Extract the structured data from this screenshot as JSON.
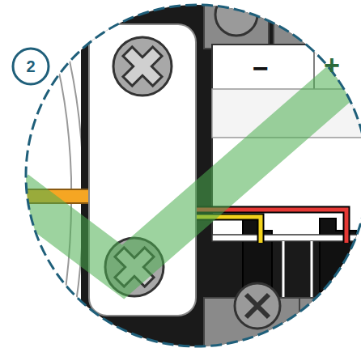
{
  "diagram": {
    "labels": [
      "2",
      "−",
      "+"
    ]
  }
}
